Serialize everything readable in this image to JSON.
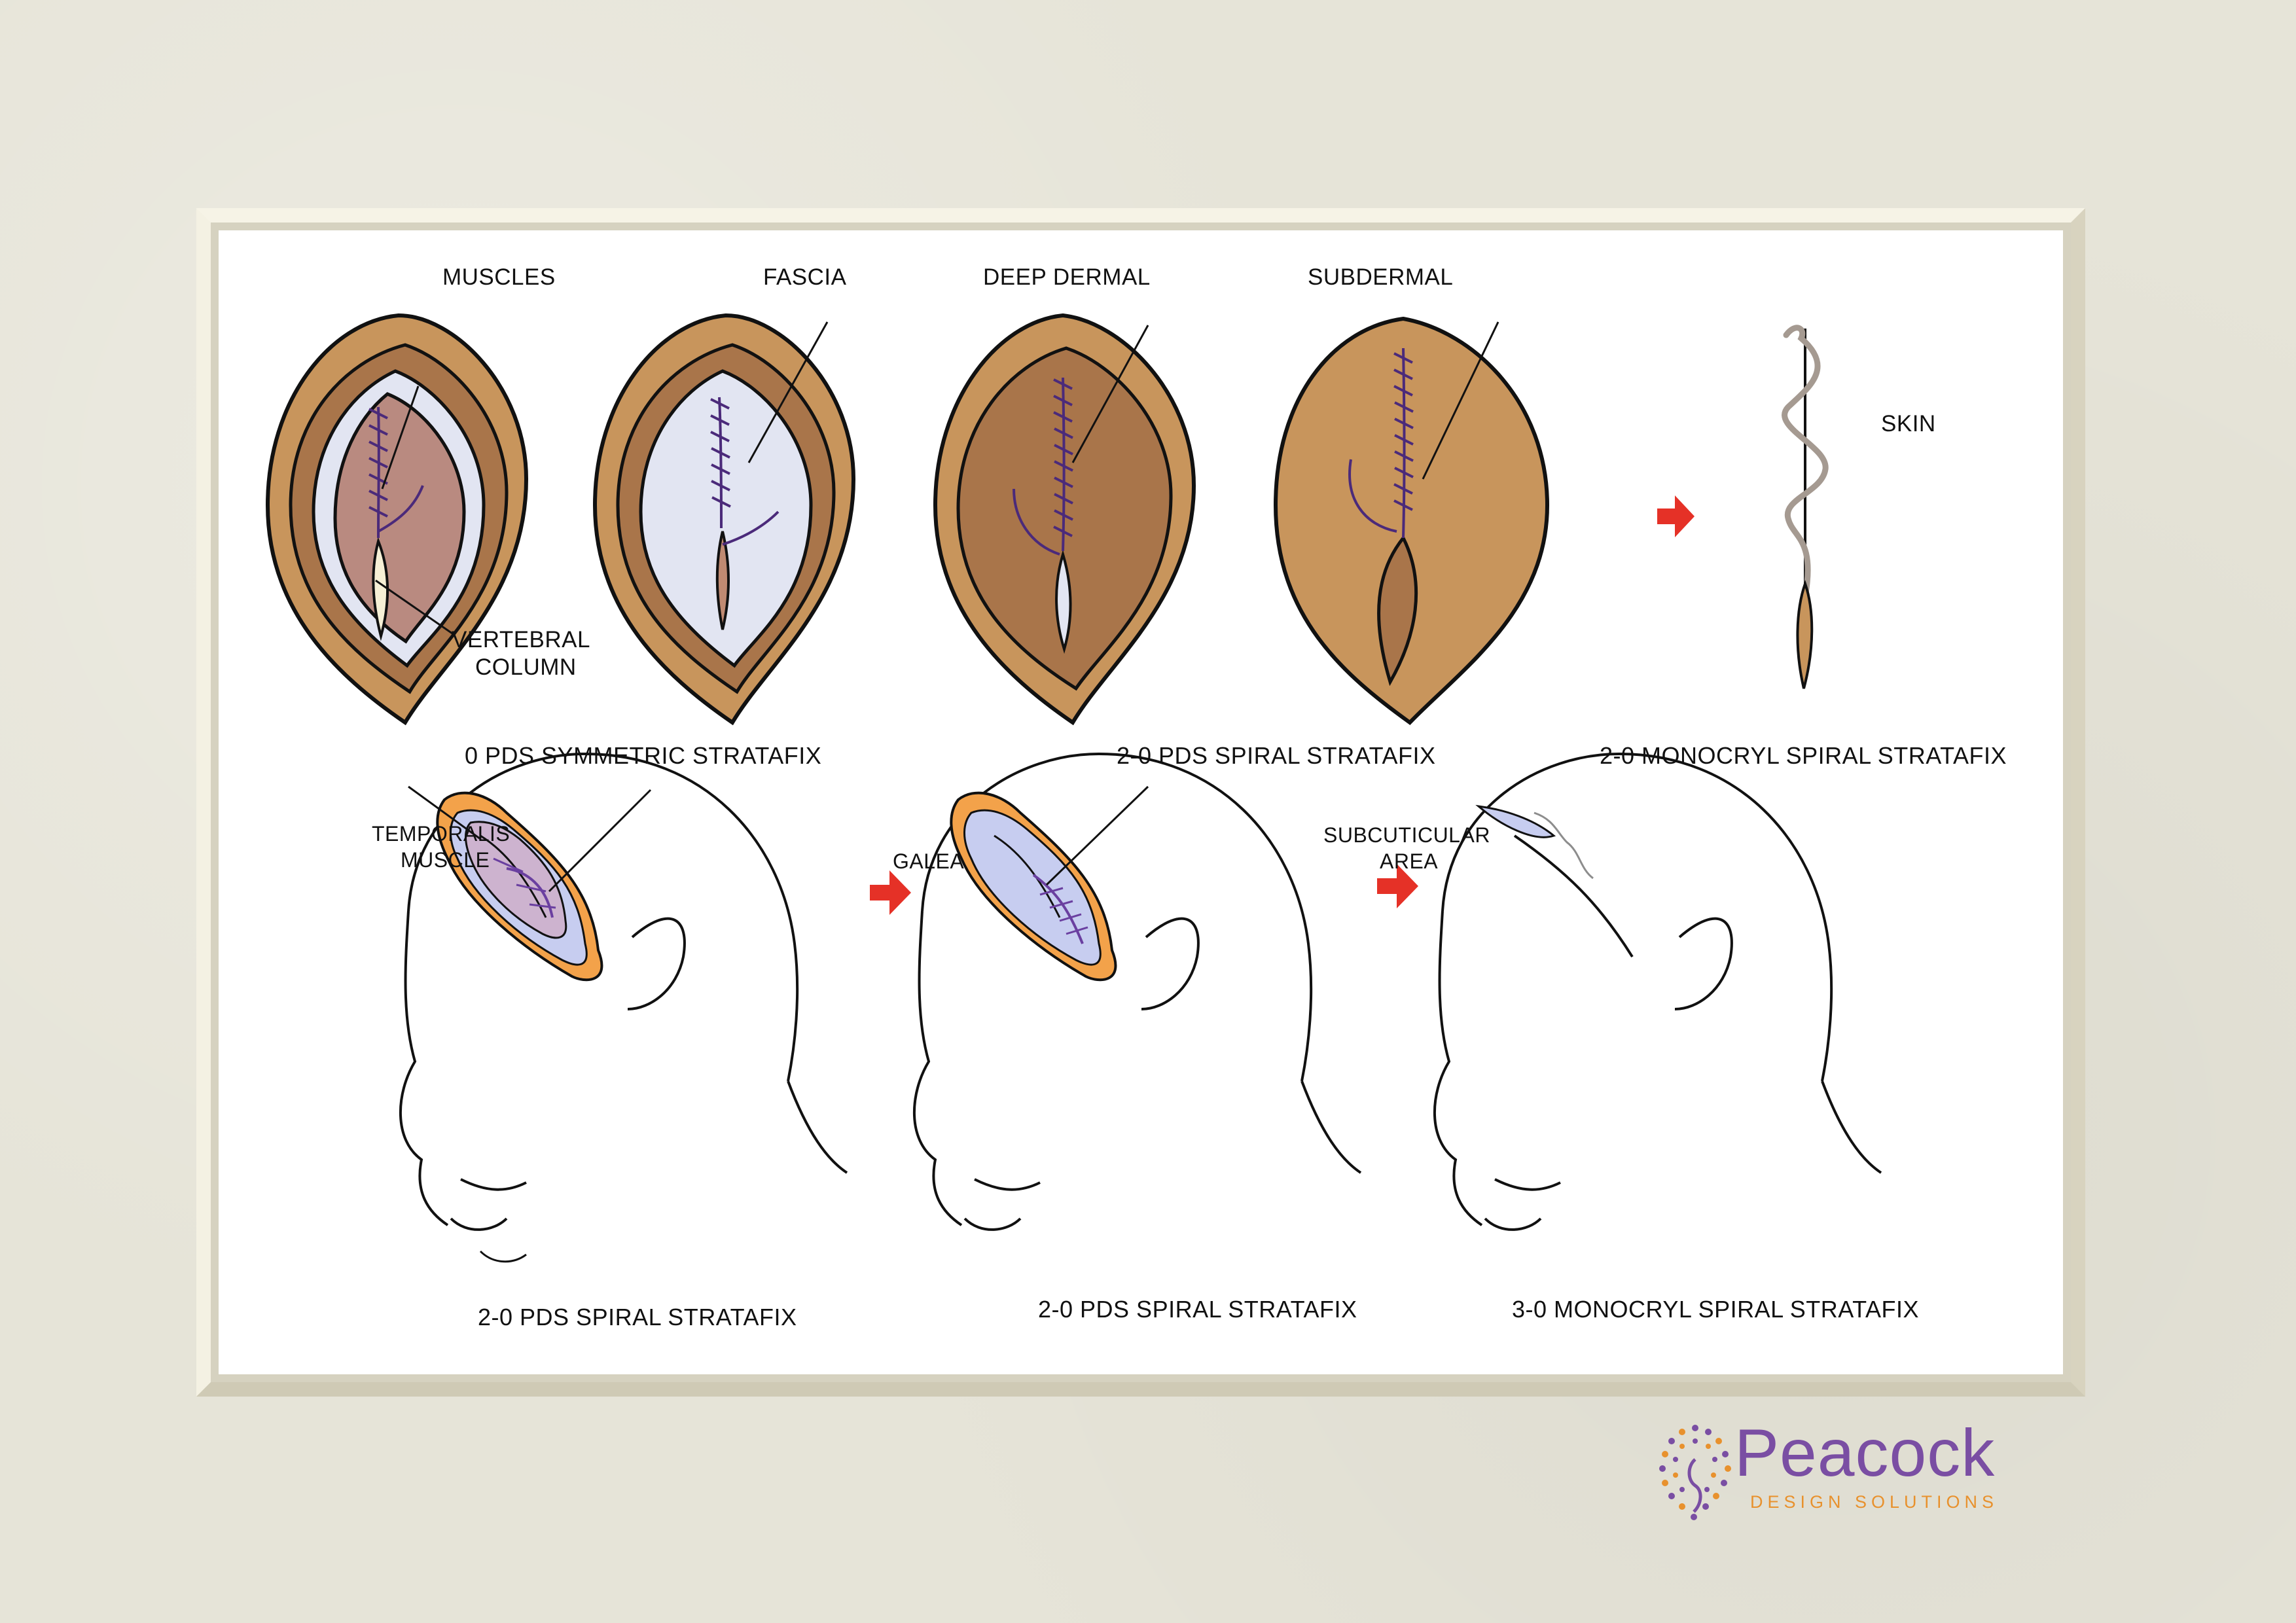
{
  "labels": {
    "muscles": "MUSCLES",
    "fascia": "FASCIA",
    "deep_dermal": "DEEP DERMAL",
    "subdermal": "SUBDERMAL",
    "skin": "SKIN",
    "vertebral_1": "VERTEBRAL",
    "vertebral_2": "COLUMN",
    "temporalis_1": "TEMPORALIS",
    "temporalis_2": "MUSCLE",
    "galea": "GALEA",
    "subcuticular_1": "SUBCUTICULAR",
    "subcuticular_2": "AREA"
  },
  "captions": {
    "top_1": "0 PDS SYMMETRIC STRATAFIX",
    "top_2": "2-0 PDS SPIRAL STRATAFIX",
    "top_3": "2-0 MONOCRYL SPIRAL STRATAFIX",
    "bottom_1": "2-0 PDS SPIRAL STRATAFIX",
    "bottom_2": "2-0 PDS SPIRAL STRATAFIX",
    "bottom_3": "3-0 MONOCRYL SPIRAL STRATAFIX"
  },
  "logo": {
    "name": "Peacock",
    "tagline": "DESIGN SOLUTIONS"
  },
  "colors": {
    "outer_tissue": "#c8955c",
    "dermis": "#a9754a",
    "fascia": "#e2e5f2",
    "muscle": "#b98a80",
    "suture": "#4b2a7a",
    "arrow": "#e53127",
    "scalp_outer": "#f3a24a",
    "scalp_inner": "#c7cdf0",
    "muscle_purple": "#cdb3cf",
    "logo_purple": "#7a4ea3",
    "logo_orange": "#e8912d"
  }
}
